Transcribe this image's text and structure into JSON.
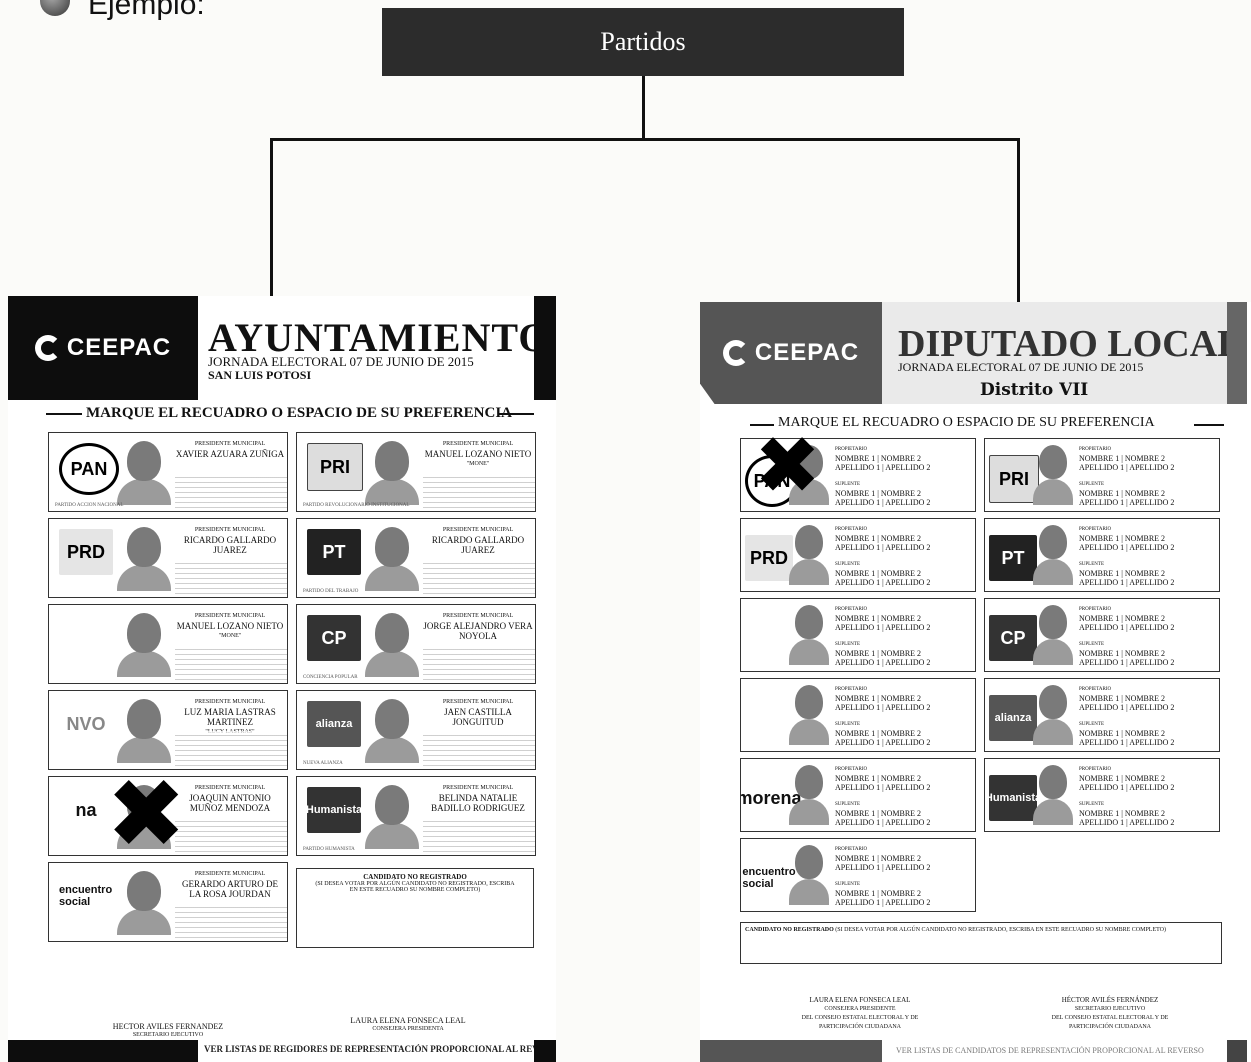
{
  "intro": "Ejemplo:",
  "root": {
    "label": "Partidos"
  },
  "left": {
    "logo": "CEEPAC",
    "title": "AYUNTAMIENTO",
    "subtitle": "JORNADA ELECTORAL 07 DE JUNIO DE 2015",
    "place": "SAN LUIS POTOSI",
    "marque": "MARQUE EL RECUADRO O ESPACIO DE SU PREFERENCIA",
    "candidates": [
      {
        "party": "PAN",
        "role": "PRESIDENTE MUNICIPAL",
        "name": "XAVIER AZUARA ZUÑIGA",
        "plabel": "PARTIDO ACCION NACIONAL"
      },
      {
        "party": "PRI",
        "role": "PRESIDENTE MUNICIPAL",
        "name": "MANUEL LOZANO NIETO",
        "alias": "\"MONE\"",
        "plabel": "PARTIDO REVOLUCIONARIO INSTITUCIONAL"
      },
      {
        "party": "PRD",
        "role": "PRESIDENTE MUNICIPAL",
        "name": "RICARDO GALLARDO JUAREZ",
        "plabel": ""
      },
      {
        "party": "PT",
        "role": "PRESIDENTE MUNICIPAL",
        "name": "RICARDO GALLARDO JUAREZ",
        "plabel": "PARTIDO DEL TRABAJO"
      },
      {
        "party": "",
        "role": "PRESIDENTE MUNICIPAL",
        "name": "MANUEL LOZANO NIETO",
        "alias": "\"MONE\"",
        "plabel": ""
      },
      {
        "party": "CP",
        "role": "PRESIDENTE MUNICIPAL",
        "name": "JORGE ALEJANDRO VERA NOYOLA",
        "plabel": "CONCIENCIA POPULAR"
      },
      {
        "party": "NVO",
        "role": "PRESIDENTE MUNICIPAL",
        "name": "LUZ MARIA LASTRAS MARTINEZ",
        "alias": "\"LUCY LASTRAS\"",
        "plabel": ""
      },
      {
        "party": "alianza",
        "role": "PRESIDENTE MUNICIPAL",
        "name": "JAEN CASTILLA JONGUITUD",
        "plabel": "NUEVA ALIANZA"
      },
      {
        "party": "na",
        "role": "PRESIDENTE MUNICIPAL",
        "name": "JOAQUIN ANTONIO MUÑOZ MENDOZA",
        "plabel": ""
      },
      {
        "party": "Humanista",
        "role": "PRESIDENTE MUNICIPAL",
        "name": "BELINDA NATALIE BADILLO RODRIGUEZ",
        "plabel": "PARTIDO HUMANISTA"
      },
      {
        "party": "encuentro social",
        "role": "PRESIDENTE MUNICIPAL",
        "name": "GERARDO ARTURO DE LA ROSA JOURDAN",
        "plabel": ""
      }
    ],
    "unregistered_title": "CANDIDATO NO REGISTRADO",
    "unregistered_text": "(SI DESEA VOTAR POR ALGÚN CANDIDATO NO REGISTRADO, ESCRIBA EN ESTE RECUADRO SU NOMBRE COMPLETO)",
    "sig1": {
      "name": "HECTOR AVILES FERNANDEZ",
      "title": "SECRETARIO EJECUTIVO"
    },
    "sig2": {
      "name": "LAURA ELENA FONSECA LEAL",
      "title": "CONSEJERA PRESIDENTA"
    },
    "footer": "VER LISTAS DE REGIDORES DE REPRESENTACIÓN PROPORCIONAL AL REVERSO"
  },
  "right": {
    "logo": "CEEPAC",
    "title": "DIPUTADO LOCAL",
    "subtitle": "JORNADA ELECTORAL 07 DE JUNIO DE 2015",
    "district": "Distrito VII",
    "marque": "MARQUE EL RECUADRO O ESPACIO DE SU PREFERENCIA",
    "cell_text": {
      "prop": "PROPIETARIO",
      "names": "NOMBRE 1 | NOMBRE 2",
      "surnames": "APELLIDO 1 | APELLIDO 2",
      "supl": "SUPLENTE"
    },
    "parties": [
      "PAN",
      "PRI",
      "PRD",
      "PT",
      "",
      "CP",
      "",
      "alianza",
      "morena",
      "Humanista",
      "encuentro social"
    ],
    "unregistered_title": "CANDIDATO NO REGISTRADO",
    "unregistered_text": "(SI DESEA VOTAR POR ALGÚN CANDIDATO NO REGISTRADO, ESCRIBA EN ESTE RECUADRO SU NOMBRE COMPLETO)",
    "sig1": {
      "name": "LAURA ELENA FONSECA LEAL",
      "title": "CONSEJERA PRESIDENTE",
      "org": "DEL CONSEJO ESTATAL ELECTORAL Y DE PARTICIPACIÓN CIUDADANA"
    },
    "sig2": {
      "name": "HÉCTOR AVILÉS FERNÁNDEZ",
      "title": "SECRETARIO EJECUTIVO",
      "org": "DEL CONSEJO ESTATAL ELECTORAL Y DE PARTICIPACIÓN CIUDADANA"
    },
    "footer": "VER LISTAS DE CANDIDATOS DE REPRESENTACIÓN PROPORCIONAL AL REVERSO"
  }
}
